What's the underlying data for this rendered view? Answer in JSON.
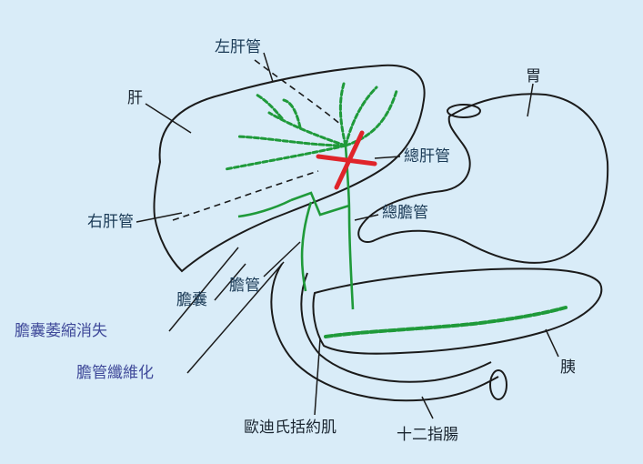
{
  "labels": {
    "left_hepatic_duct": "左肝管",
    "liver": "肝",
    "right_hepatic_duct": "右肝管",
    "common_hepatic_duct": "總肝管",
    "common_bile_duct": "總膽管",
    "stomach": "胃",
    "gallbladder": "膽囊",
    "bile_duct": "膽管",
    "gallbladder_atrophy": "膽囊萎縮消失",
    "bile_duct_fibrosis": "膽管纖維化",
    "pancreas": "胰",
    "sphincter_of_oddi": "歐迪氏括約肌",
    "duodenum": "十二指腸"
  },
  "colors": {
    "background": "#d9ecf8",
    "outline": "#1b1b1b",
    "duct_green": "#1f9a3a",
    "blocked_mark": "#e0242a",
    "organ_text": "#1a2530",
    "duct_text": "#1a3a56",
    "pathology_text": "#404a9a"
  }
}
